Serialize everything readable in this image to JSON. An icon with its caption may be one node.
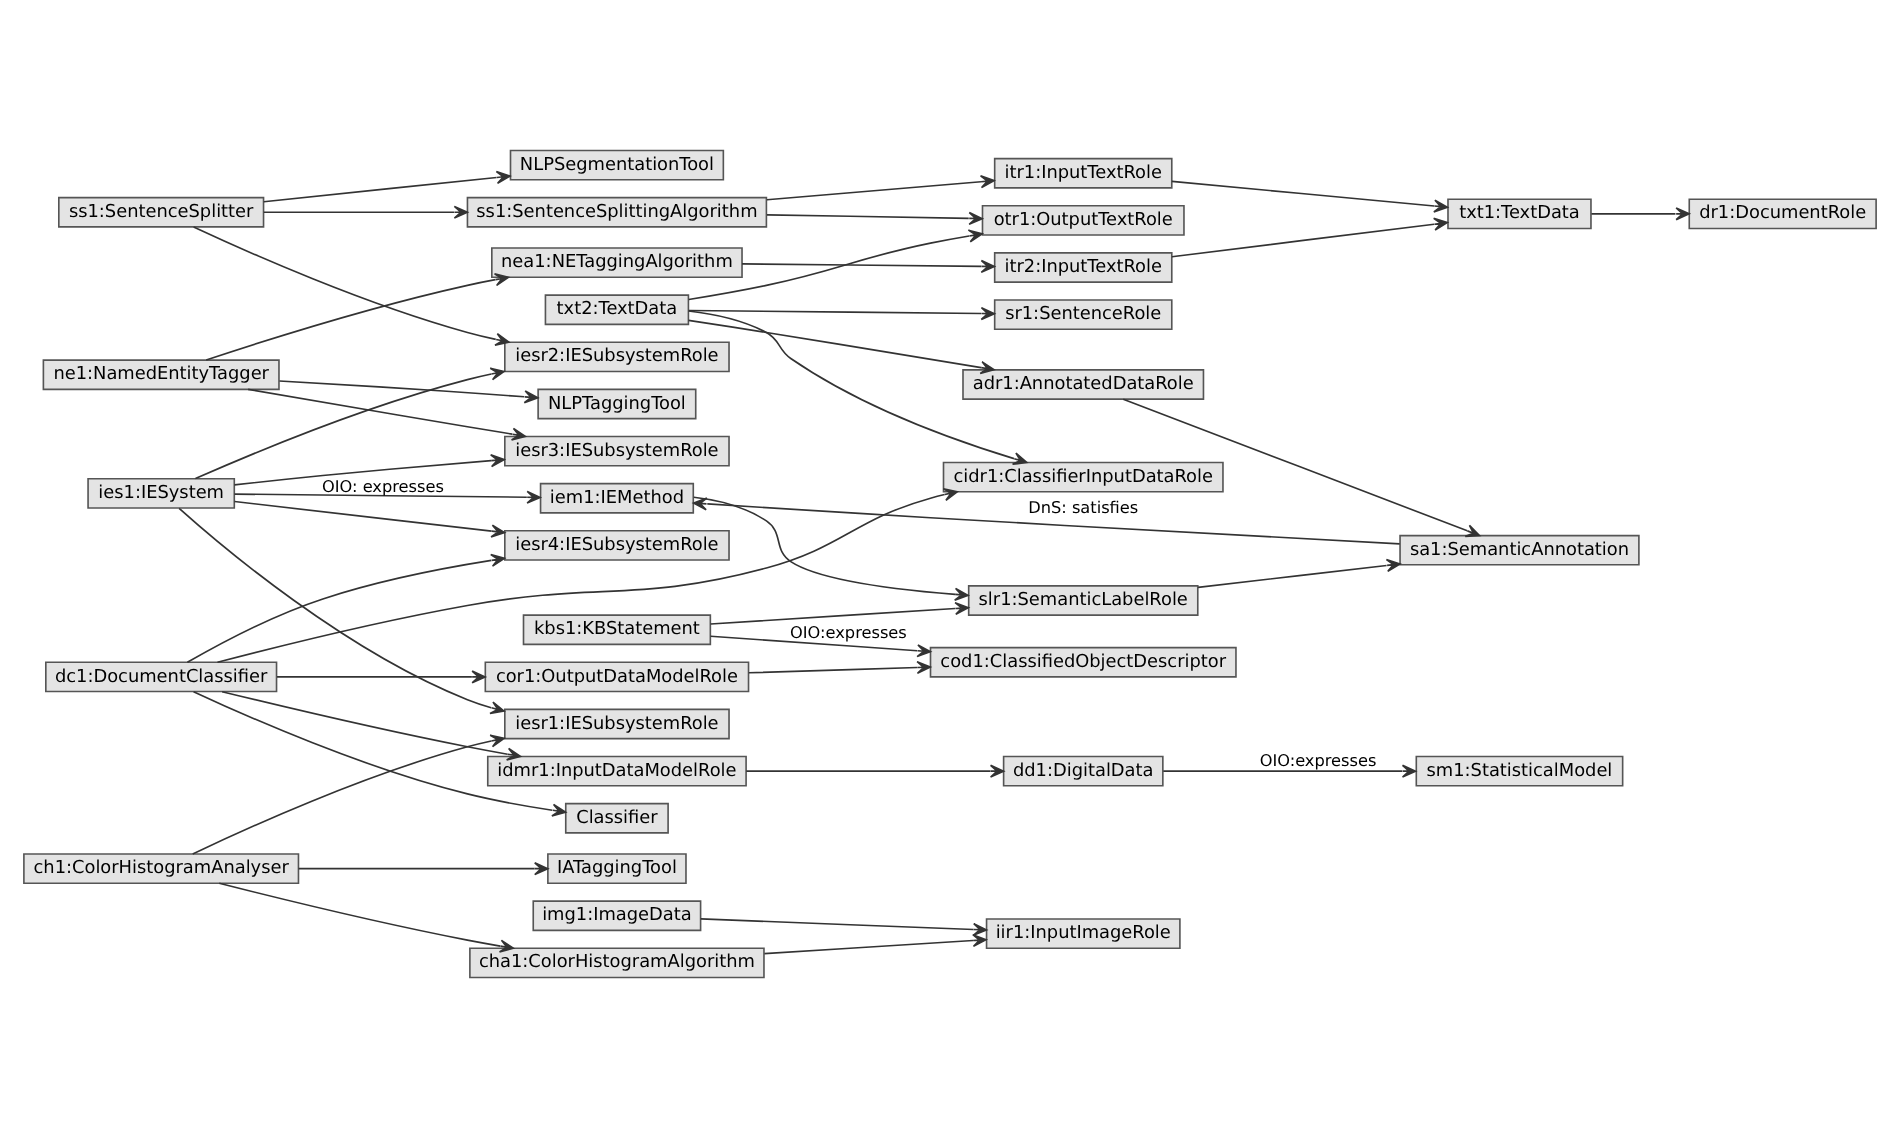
{
  "diagram": {
    "nodes": [
      {
        "text": [
          "ies1:IESystem"
        ]
      },
      {
        "text": [
          "iem1:IEMethod"
        ]
      },
      {
        "text": [
          "sa1:SemanticAnnotation"
        ]
      },
      {
        "text": [
          "iesr1:IESubsystemRole"
        ]
      },
      {
        "text": [
          "slr1:SemanticLabelRole"
        ]
      },
      {
        "text": [
          "IATaggingTool"
        ]
      },
      {
        "text": [
          "iir1:InputImageRole"
        ]
      },
      {
        "text": [
          "img1:ImageData"
        ]
      },
      {
        "text": [
          "kbs1:KBStatement"
        ]
      },
      {
        "text": [
          "ch1:ColorHistogramAnalyser"
        ]
      },
      {
        "text": [
          "cha1:ColorHistogramAlgorithm"
        ]
      },
      {
        "text": [
          "adr1:AnnotatedDataRole"
        ]
      },
      {
        "text": [
          "iesr2:IESubsystemRole"
        ]
      },
      {
        "text": [
          "NLPSegmentationTool"
        ]
      },
      {
        "text": [
          "dr1:DocumentRole"
        ]
      },
      {
        "text": [
          "sr1:SentenceRole"
        ]
      },
      {
        "text": [
          "ss1:SentenceSplitter"
        ]
      },
      {
        "text": [
          "ss1:SentenceSplittingAlgorithm"
        ]
      },
      {
        "text": [
          "otr1:OutputTextRole"
        ]
      },
      {
        "text": [
          "iesr3:IESubsystemRole"
        ]
      },
      {
        "text": [
          "itr2:InputTextRole"
        ]
      },
      {
        "text": [
          "NLPTaggingTool"
        ]
      },
      {
        "text": [
          "txt1:TextData"
        ]
      },
      {
        "text": [
          "itr1:InputTextRole"
        ]
      },
      {
        "text": [
          "txt2:TextData"
        ]
      },
      {
        "text": [
          "ne1:NamedEntityTagger"
        ]
      },
      {
        "text": [
          "nea1:NETaggingAlgorithm"
        ]
      },
      {
        "text": [
          "iesr4:IESubsystemRole"
        ]
      },
      {
        "text": [
          "cidr1:ClassifierInputDataRole"
        ]
      },
      {
        "text": [
          "Classifier"
        ]
      },
      {
        "text": [
          "cor1:OutputDataModelRole"
        ]
      },
      {
        "text": [
          "cod1:ClassifiedObjectDescriptor"
        ]
      },
      {
        "text": [
          "dc1:DocumentClassifier"
        ]
      },
      {
        "text": [
          "idmr1:InputDataModelRole"
        ]
      },
      {
        "text": [
          "dd1:DigitalData"
        ]
      },
      {
        "text": [
          "sm1:StatisticalModel"
        ]
      }
    ],
    "edges": [
      {
        "from": 0,
        "to": 1,
        "arrow": "to",
        "label": "OIO: expresses"
      },
      {
        "from": 2,
        "to": 1,
        "arrow": "to",
        "label": "DnS: satisfies"
      },
      {
        "from": 1,
        "to": 4,
        "arrow": "to"
      },
      {
        "from": 4,
        "to": 2,
        "arrow": "to"
      },
      {
        "from": 11,
        "to": 2,
        "arrow": "to"
      },
      {
        "from": 8,
        "to": 4,
        "arrow": "to"
      },
      {
        "from": 0,
        "to": 3,
        "arrow": "to"
      },
      {
        "from": 0,
        "to": 12,
        "arrow": "to"
      },
      {
        "from": 0,
        "to": 19,
        "arrow": "to"
      },
      {
        "from": 0,
        "to": 27,
        "arrow": "to"
      },
      {
        "from": 9,
        "to": 3,
        "arrow": "to"
      },
      {
        "from": 9,
        "to": 5,
        "arrow": "to"
      },
      {
        "from": 9,
        "to": 10,
        "arrow": "to"
      },
      {
        "from": 10,
        "to": 6,
        "arrow": "to"
      },
      {
        "from": 7,
        "to": 6,
        "arrow": "to"
      },
      {
        "from": 16,
        "to": 12,
        "arrow": "to"
      },
      {
        "from": 16,
        "to": 13,
        "arrow": "to"
      },
      {
        "from": 16,
        "to": 17,
        "arrow": "to"
      },
      {
        "from": 17,
        "to": 18,
        "arrow": "to"
      },
      {
        "from": 17,
        "to": 23,
        "arrow": "to"
      },
      {
        "from": 22,
        "to": 14,
        "arrow": "to"
      },
      {
        "from": 20,
        "to": 22,
        "arrow": "to"
      },
      {
        "from": 23,
        "to": 22,
        "arrow": "to"
      },
      {
        "from": 24,
        "to": 18,
        "arrow": "to"
      },
      {
        "from": 24,
        "to": 15,
        "arrow": "to"
      },
      {
        "from": 24,
        "to": 11,
        "arrow": "to"
      },
      {
        "from": 24,
        "to": 28,
        "arrow": "to"
      },
      {
        "from": 8,
        "to": 31,
        "arrow": "to",
        "label": "OIO:expresses"
      },
      {
        "from": 25,
        "to": 19,
        "arrow": "to"
      },
      {
        "from": 25,
        "to": 21,
        "arrow": "to"
      },
      {
        "from": 25,
        "to": 26,
        "arrow": "to"
      },
      {
        "from": 26,
        "to": 20,
        "arrow": "to"
      },
      {
        "from": 32,
        "to": 27,
        "arrow": "to"
      },
      {
        "from": 32,
        "to": 29,
        "arrow": "to"
      },
      {
        "from": 32,
        "to": 33,
        "arrow": "to"
      },
      {
        "from": 32,
        "to": 28,
        "arrow": "to"
      },
      {
        "from": 32,
        "to": 30,
        "arrow": "to"
      },
      {
        "from": 30,
        "to": 31,
        "arrow": "to"
      },
      {
        "from": 33,
        "to": 34,
        "arrow": "to"
      },
      {
        "from": 34,
        "to": 35,
        "arrow": "to",
        "label": "OIO:expresses"
      }
    ]
  }
}
